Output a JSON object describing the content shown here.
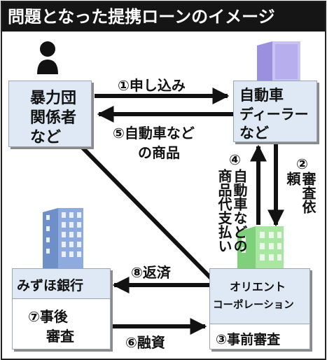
{
  "title": "問題となった提携ローンのイメージ",
  "nodes": {
    "gang_line1": "暴力団",
    "gang_line2": "関係者",
    "gang_line3": "など",
    "dealer_line1": "自動車",
    "dealer_line2": "ディーラー",
    "dealer_line3": "など",
    "bank": "みずほ銀行",
    "orient_line1": "オリエント",
    "orient_line2": "コーポレーション"
  },
  "steps": {
    "s1": "①申し込み",
    "s2_num": "②",
    "s2_text": "審査依頼",
    "s3": "③事前審査",
    "s4_num": "④",
    "s4_text": "自動車などの商品代支払い",
    "s5_line1": "⑤自動車など",
    "s5_line2": "の商品",
    "s6": "⑥融資",
    "s7_line1": "⑦事後",
    "s7_line2": "審査",
    "s8": "⑧返済"
  }
}
